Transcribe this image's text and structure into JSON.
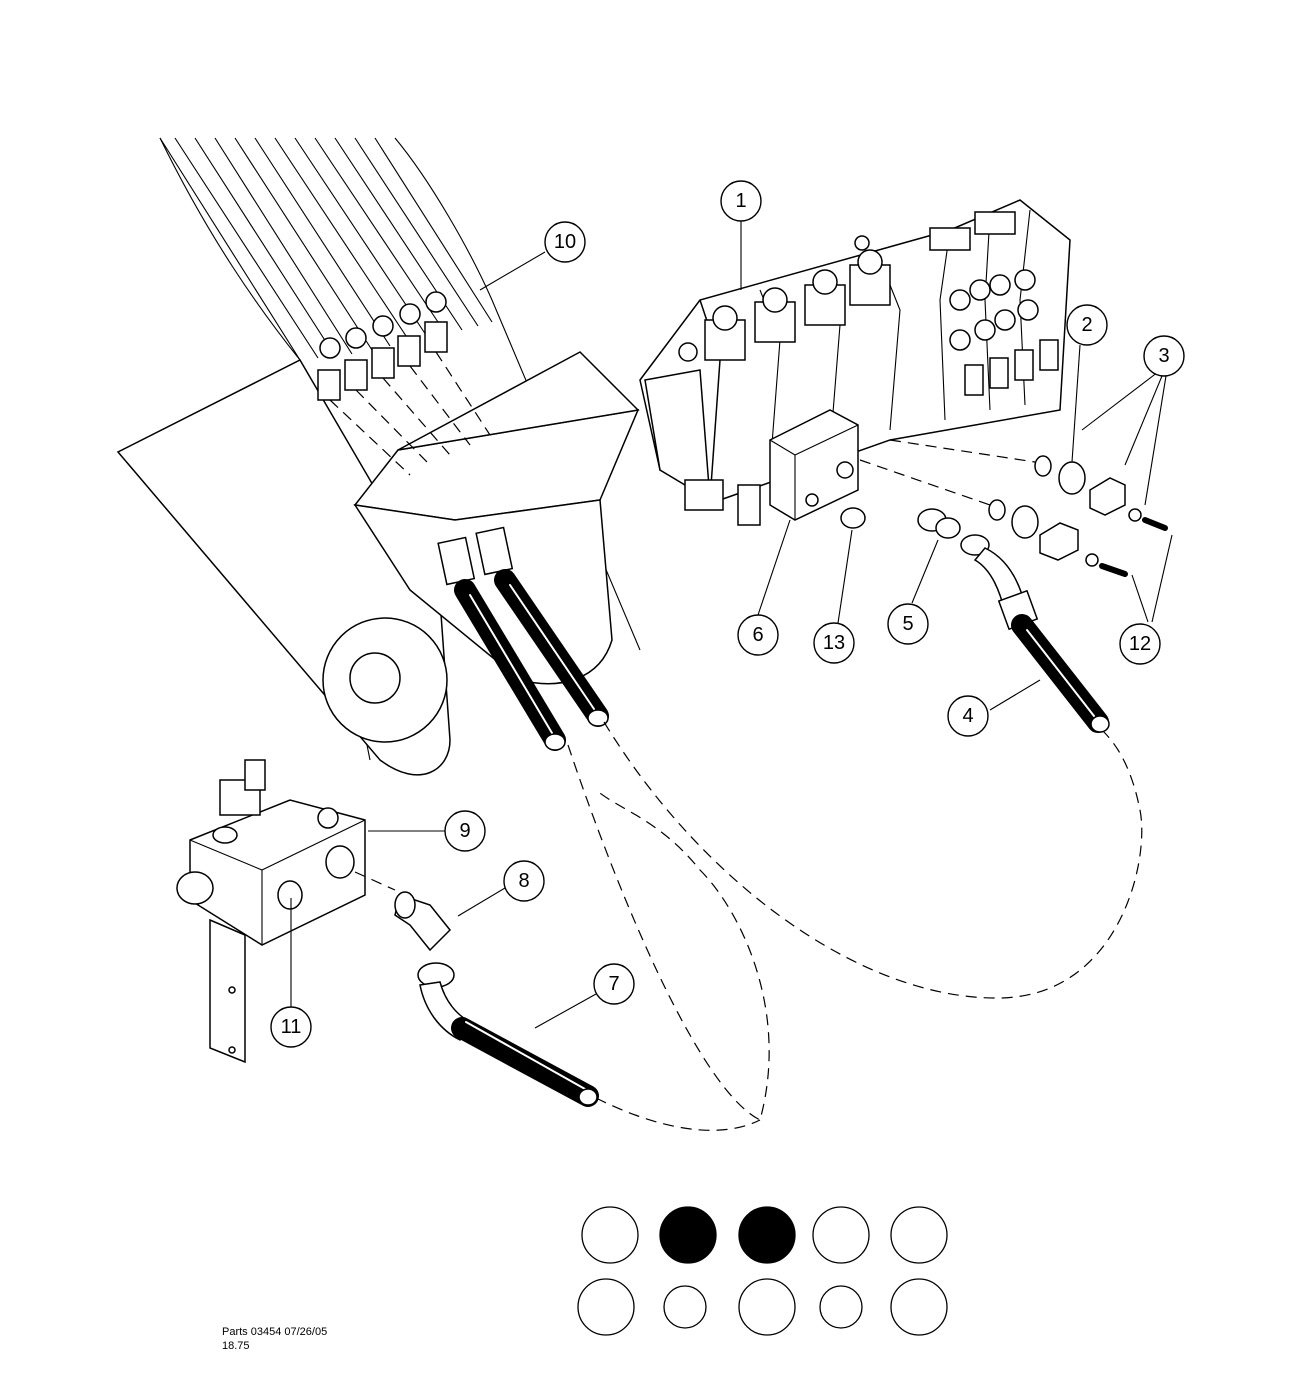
{
  "callouts": [
    "1",
    "2",
    "3",
    "4",
    "5",
    "6",
    "7",
    "8",
    "9",
    "10",
    "11",
    "12",
    "13"
  ],
  "footer": {
    "line1": "Parts 03454 07/26/05",
    "line2": "18.75"
  },
  "legend_fill": [
    [
      "white",
      "black",
      "black",
      "white",
      "white"
    ],
    [
      "white",
      "white",
      "white",
      "white",
      "white"
    ]
  ],
  "colors": {
    "ink": "#000000",
    "paper": "#ffffff"
  }
}
